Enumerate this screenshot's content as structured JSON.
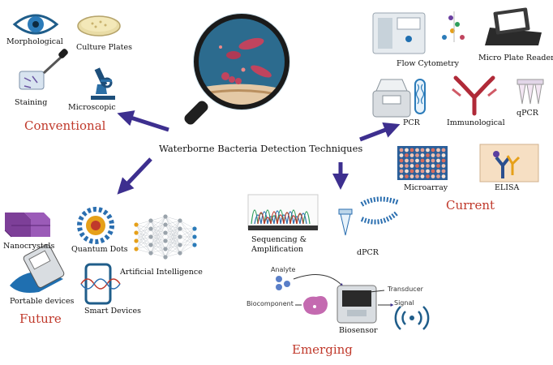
{
  "title": "Waterborne Bacteria Detection Techniques",
  "groups": {
    "conventional": {
      "heading": "Conventional",
      "items": [
        "Morphological",
        "Culture Plates",
        "Staining",
        "Microscopic"
      ]
    },
    "current": {
      "heading": "Current",
      "items": [
        "Flow Cytometry",
        "Micro Plate Reader",
        "PCR",
        "Immunological",
        "qPCR",
        "Microarray",
        "ELISA"
      ]
    },
    "future": {
      "heading": "Future",
      "items": [
        "Nanocrystals",
        "Quantum Dots",
        "Artificial Intelligence",
        "Portable devices",
        "Smart Devices"
      ]
    },
    "emerging": {
      "heading": "Emerging",
      "items": [
        "Sequencing &",
        "Amplification",
        "dPCR",
        "Analyte",
        "Biocomponent",
        "Transducer",
        "Signal",
        "Biosensor"
      ]
    }
  },
  "colors": {
    "heading": "#c0392b",
    "arrow": "#3d2f8f",
    "lens_bg": "#2c6b8e",
    "bacteria": "#c0445e"
  },
  "icons": [
    "eye-icon",
    "petri-dish-icon",
    "dropper-icon",
    "microscope-icon",
    "magnifier-icon",
    "flow-cytometer-icon",
    "plate-reader-icon",
    "pcr-machine-icon",
    "test-tube-icon",
    "antibody-icon",
    "pcr-tubes-icon",
    "microarray-icon",
    "elisa-icon",
    "nanocrystals-icon",
    "quantum-dot-icon",
    "neural-network-icon",
    "handheld-device-icon",
    "smartphone-icon",
    "sequencing-chromatogram-icon",
    "dpcr-icon",
    "biosensor-icon",
    "signal-icon"
  ]
}
